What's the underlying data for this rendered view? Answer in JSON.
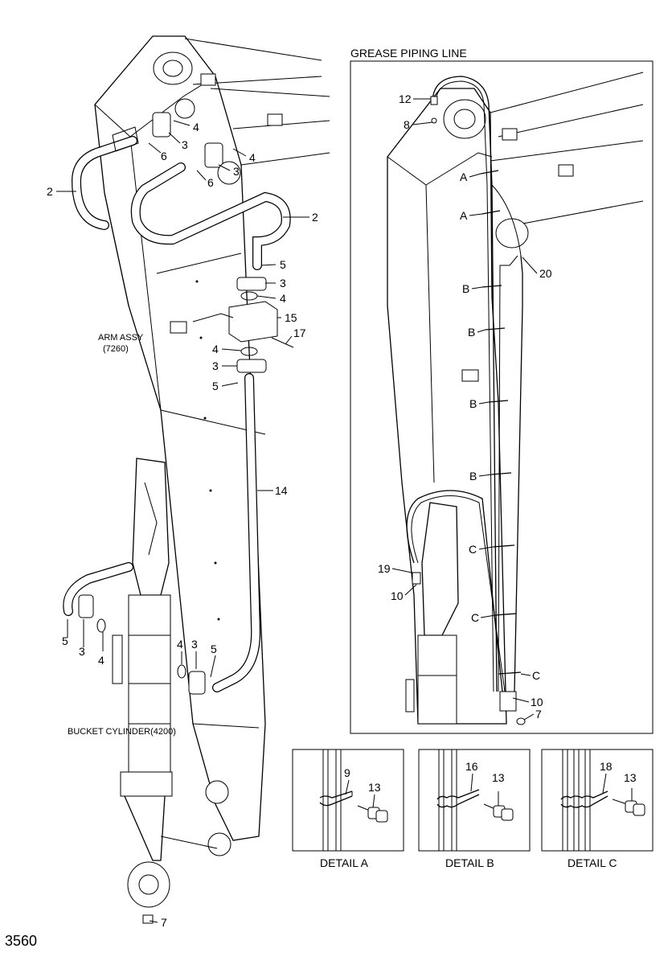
{
  "page_number": "3560",
  "main_view": {
    "labels": {
      "arm_assy": "ARM ASSY",
      "arm_assy_code": "(7260)",
      "bucket_cylinder": "BUCKET CYLINDER(4200)"
    },
    "part_callouts": {
      "c2a": "2",
      "c2b": "2",
      "c3a": "3",
      "c3b": "3",
      "c3c": "3",
      "c3d": "3",
      "c3e": "3",
      "c3f": "3",
      "c4a": "4",
      "c4b": "4",
      "c4c": "4",
      "c4d": "4",
      "c4e": "4",
      "c4f": "4",
      "c5a": "5",
      "c5b": "5",
      "c5c": "5",
      "c5d": "5",
      "c6a": "6",
      "c6b": "6",
      "c7": "7",
      "c14": "14",
      "c15": "15",
      "c17": "17"
    }
  },
  "grease_view": {
    "title": "GREASE PIPING LINE",
    "callouts": {
      "c12": "12",
      "c8": "8",
      "c20": "20",
      "c19": "19",
      "c10a": "10",
      "c10b": "10",
      "c7": "7",
      "cA1": "A",
      "cA2": "A",
      "cB1": "B",
      "cB2": "B",
      "cB3": "B",
      "cB4": "B",
      "cC1": "C",
      "cC2": "C",
      "cC3": "C"
    }
  },
  "details": [
    {
      "caption": "DETAIL A",
      "clamp_no": "9",
      "bolt_no": "13"
    },
    {
      "caption": "DETAIL B",
      "clamp_no": "16",
      "bolt_no": "13"
    },
    {
      "caption": "DETAIL C",
      "clamp_no": "18",
      "bolt_no": "13"
    }
  ]
}
